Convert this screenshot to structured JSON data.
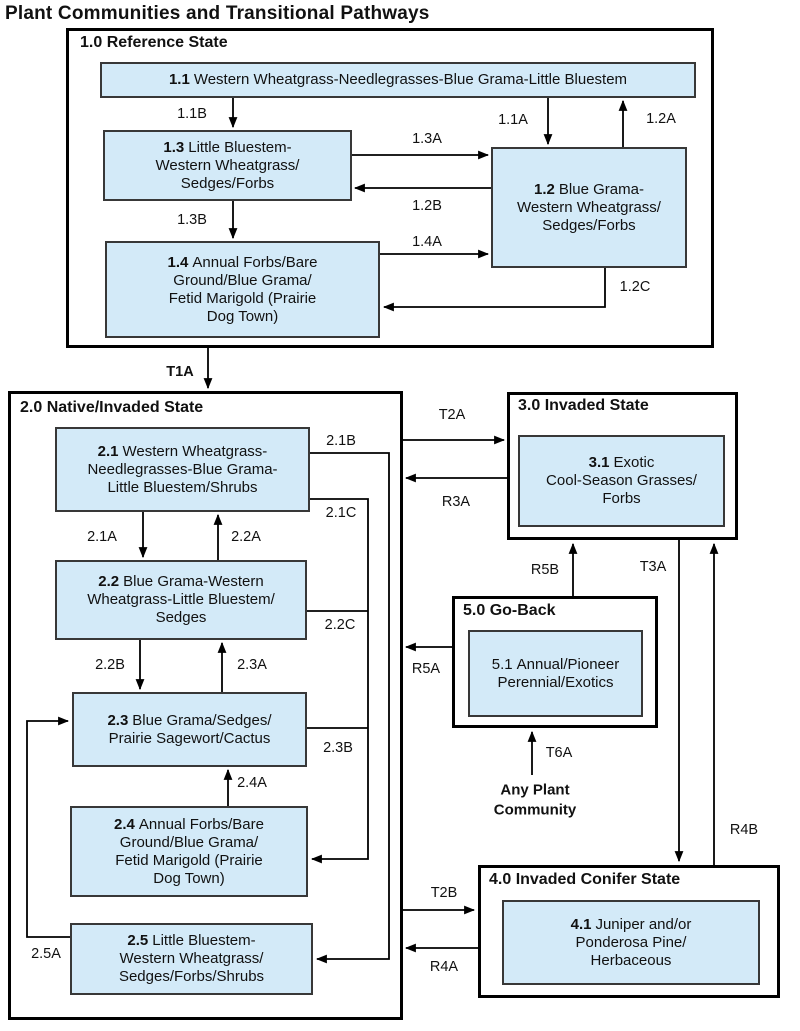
{
  "title": "Plant Communities and Transitional Pathways",
  "colors": {
    "community_fill": "#d3eaf8",
    "community_border": "#383838",
    "state_border": "#000000",
    "arrow": "#000000",
    "text": "#111111"
  },
  "states": [
    {
      "id": "1.0",
      "label": "1.0 Reference State",
      "communities": [
        {
          "num": "1.1",
          "num_bold": true,
          "name_lines": [
            "Western Wheatgrass-Needlegrasses-Blue Grama-Little Bluestem"
          ]
        },
        {
          "num": "1.3",
          "num_bold": true,
          "name_lines": [
            "Little Bluestem-",
            "Western Wheatgrass/",
            "Sedges/Forbs"
          ]
        },
        {
          "num": "1.2",
          "num_bold": true,
          "name_lines": [
            "Blue Grama-",
            "Western Wheatgrass/",
            "Sedges/Forbs"
          ]
        },
        {
          "num": "1.4",
          "num_bold": true,
          "name_lines": [
            "Annual Forbs/Bare",
            "Ground/Blue Grama/",
            "Fetid Marigold (Prairie",
            "Dog Town)"
          ]
        }
      ]
    },
    {
      "id": "2.0",
      "label": "2.0 Native/Invaded State",
      "communities": [
        {
          "num": "2.1",
          "num_bold": true,
          "name_lines": [
            "Western Wheatgrass-",
            "Needlegrasses-Blue Grama-",
            "Little Bluestem/Shrubs"
          ]
        },
        {
          "num": "2.2",
          "num_bold": true,
          "name_lines": [
            "Blue Grama-Western",
            "Wheatgrass-Little Bluestem/",
            "Sedges"
          ]
        },
        {
          "num": "2.3",
          "num_bold": true,
          "name_lines": [
            "Blue Grama/Sedges/",
            "Prairie Sagewort/Cactus"
          ]
        },
        {
          "num": "2.4",
          "num_bold": true,
          "name_lines": [
            "Annual Forbs/Bare",
            "Ground/Blue Grama/",
            "Fetid Marigold (Prairie",
            "Dog Town)"
          ]
        },
        {
          "num": "2.5",
          "num_bold": true,
          "name_lines": [
            "Little Bluestem-",
            "Western Wheatgrass/",
            "Sedges/Forbs/Shrubs"
          ]
        }
      ]
    },
    {
      "id": "3.0",
      "label": "3.0 Invaded State",
      "communities": [
        {
          "num": "3.1",
          "num_bold": true,
          "name_lines": [
            "Exotic",
            "Cool-Season Grasses/",
            "Forbs"
          ]
        }
      ]
    },
    {
      "id": "5.0",
      "label": "5.0 Go-Back",
      "communities": [
        {
          "num": "5.1",
          "num_bold": false,
          "name_lines": [
            "Annual/Pioneer",
            "Perennial/Exotics"
          ]
        }
      ]
    },
    {
      "id": "4.0",
      "label": "4.0 Invaded Conifer State",
      "communities": [
        {
          "num": "4.1",
          "num_bold": true,
          "name_lines": [
            "Juniper and/or",
            "Ponderosa Pine/",
            "Herbaceous"
          ]
        }
      ]
    }
  ],
  "pathways": [
    {
      "id": "1.1B",
      "label": "1.1B",
      "from": "1.1",
      "to": "1.3"
    },
    {
      "id": "1.1A",
      "label": "1.1A",
      "from": "1.1",
      "to": "1.2"
    },
    {
      "id": "1.2A",
      "label": "1.2A",
      "from": "1.2",
      "to": "1.1"
    },
    {
      "id": "1.3A",
      "label": "1.3A",
      "from": "1.3",
      "to": "1.2"
    },
    {
      "id": "1.2B",
      "label": "1.2B",
      "from": "1.2",
      "to": "1.3"
    },
    {
      "id": "1.3B",
      "label": "1.3B",
      "from": "1.3",
      "to": "1.4"
    },
    {
      "id": "1.4A",
      "label": "1.4A",
      "from": "1.4",
      "to": "1.2"
    },
    {
      "id": "1.2C",
      "label": "1.2C",
      "from": "1.2",
      "to": "1.4"
    },
    {
      "id": "T1A",
      "label": "T1A",
      "bold": true,
      "from": "1.0",
      "to": "2.0"
    },
    {
      "id": "T2A",
      "label": "T2A",
      "from": "2.0",
      "to": "3.0"
    },
    {
      "id": "2.1B",
      "label": "2.1B",
      "from": "2.1",
      "to": "2.5"
    },
    {
      "id": "R3A",
      "label": "R3A",
      "from": "3.0",
      "to": "2.0"
    },
    {
      "id": "2.1A",
      "label": "2.1A",
      "from": "2.1",
      "to": "2.2"
    },
    {
      "id": "2.2A",
      "label": "2.2A",
      "from": "2.2",
      "to": "2.1"
    },
    {
      "id": "2.1C",
      "label": "2.1C",
      "from": "2.1",
      "to": "2.4"
    },
    {
      "id": "R5B",
      "label": "R5B",
      "from": "5.0",
      "to": "3.0"
    },
    {
      "id": "T3A",
      "label": "T3A",
      "from": "3.0",
      "to": "4.0"
    },
    {
      "id": "2.2C",
      "label": "2.2C",
      "from": "2.2",
      "to": "2.4"
    },
    {
      "id": "2.2B",
      "label": "2.2B",
      "from": "2.2",
      "to": "2.3"
    },
    {
      "id": "2.3A",
      "label": "2.3A",
      "from": "2.3",
      "to": "2.2"
    },
    {
      "id": "R5A",
      "label": "R5A",
      "from": "5.0",
      "to": "2.0"
    },
    {
      "id": "2.3B",
      "label": "2.3B",
      "from": "2.3",
      "to": "2.4"
    },
    {
      "id": "2.4A",
      "label": "2.4A",
      "from": "2.4",
      "to": "2.3"
    },
    {
      "id": "T6A",
      "label": "T6A",
      "from": "Any Plant Community",
      "to": "5.0"
    },
    {
      "id": "2.5A",
      "label": "2.5A",
      "from": "2.5",
      "to": "2.3"
    },
    {
      "id": "T2B",
      "label": "T2B",
      "from": "2.0",
      "to": "4.0"
    },
    {
      "id": "R4A",
      "label": "R4A",
      "from": "4.0",
      "to": "2.0"
    },
    {
      "id": "R4B",
      "label": "R4B",
      "from": "4.0",
      "to": "3.0"
    }
  ],
  "annotation": {
    "id": "any-plant-community",
    "lines": [
      "Any Plant",
      "Community"
    ]
  }
}
